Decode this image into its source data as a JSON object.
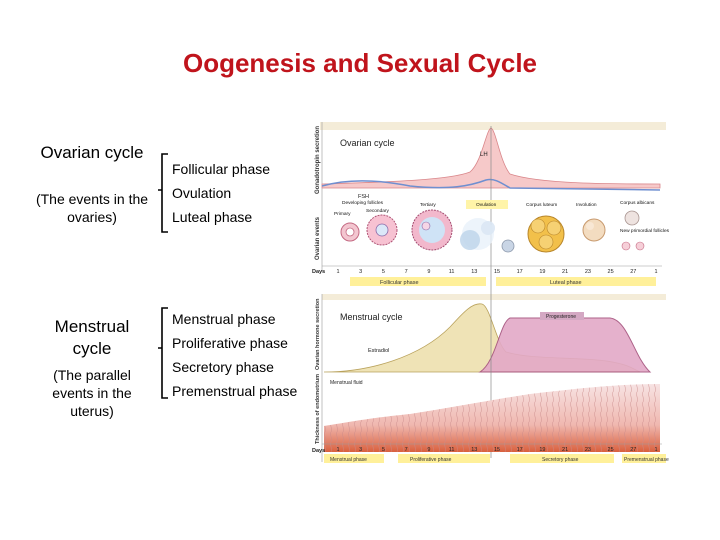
{
  "title": "Oogenesis and Sexual Cycle",
  "ovarian": {
    "heading": "Ovarian cycle",
    "subtitle": "(The events in the ovaries)",
    "phases": [
      "Follicular phase",
      "Ovulation",
      "Luteal phase"
    ]
  },
  "menstrual": {
    "heading": "Menstrual cycle",
    "subtitle": "(The parallel events in the uterus)",
    "phases": [
      "Menstrual phase",
      "Proliferative phase",
      "Secretory phase",
      "Premenstrual phase"
    ]
  },
  "figure": {
    "ovarian_caption": "Ovarian cycle",
    "menstrual_caption": "Menstrual cycle",
    "top_axis_label": "Gonadotropin secretion",
    "mid_axis_label": "Ovarian events",
    "bottom_hormone_axis": "Ovarian hormone secretion",
    "bottom_thickness_axis": "Thickness of endometrium",
    "lh_label": "LH",
    "fsh_label": "FSH",
    "follicle_labels": [
      "Primary",
      "Secondary",
      "Developing follicles",
      "Tertiary",
      "Ovulation",
      "Corpus luteum",
      "Involution",
      "Corpus albicans",
      "New primordial follicles"
    ],
    "days_label": "Days",
    "top_days": [
      "1",
      "3",
      "5",
      "7",
      "9",
      "11",
      "13",
      "15",
      "17",
      "19",
      "21",
      "23",
      "25",
      "27",
      "1"
    ],
    "bottom_days": [
      "1",
      "3",
      "5",
      "7",
      "9",
      "11",
      "13",
      "15",
      "17",
      "19",
      "21",
      "23",
      "25",
      "27",
      "1"
    ],
    "ovarian_phase_bars": [
      "Follicular phase",
      "Luteal phase"
    ],
    "progesterone_label": "Progesterone",
    "estradiol_label": "Estradiol",
    "menstrual_fluid_label": "Menstrual fluid",
    "uterine_phase_bars": [
      "Menstrual phase",
      "Proliferative phase",
      "Secretory phase",
      "Premenstrual phase"
    ]
  }
}
